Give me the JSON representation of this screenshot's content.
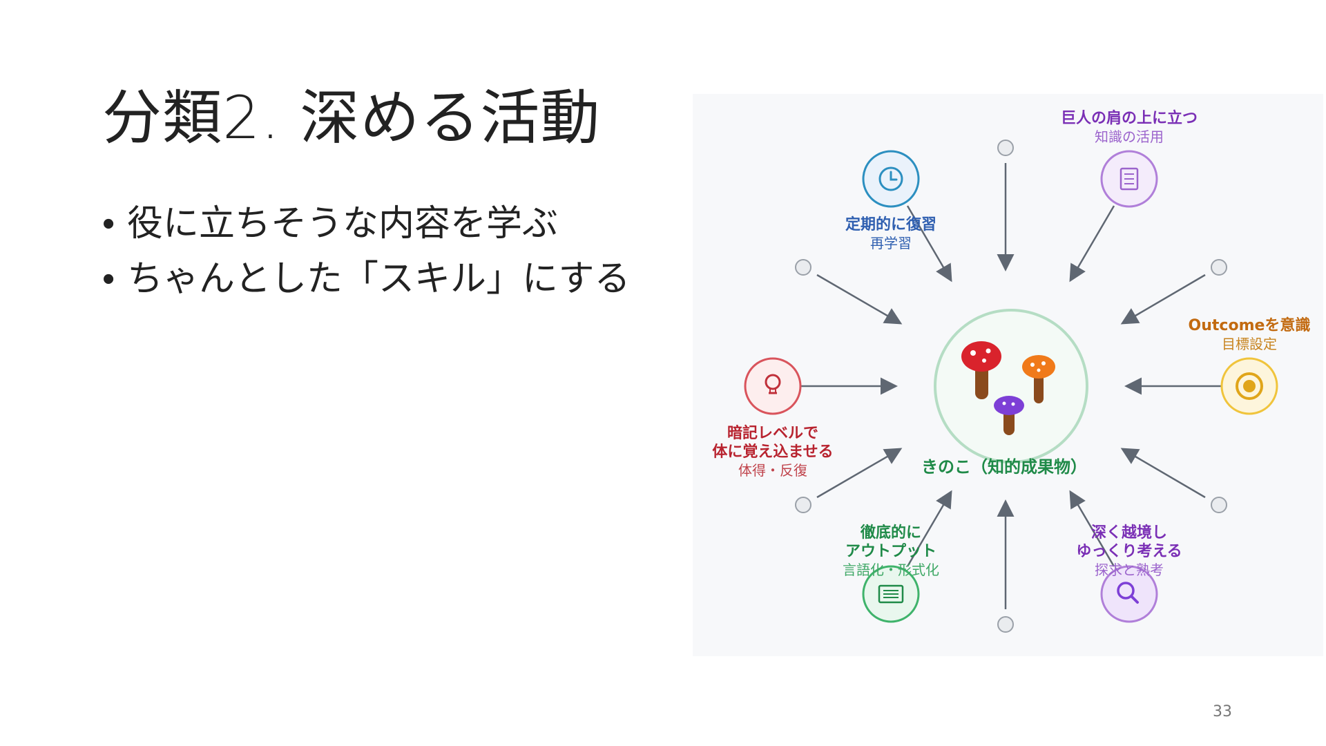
{
  "slide": {
    "title": "分類2. 深める活動",
    "bullets": [
      "役に立ちそうな内容を学ぶ",
      "ちゃんとした「スキル」にする"
    ],
    "page_number": "33"
  },
  "diagram": {
    "center_label": "きのこ（知的成果物）",
    "nodes": [
      {
        "id": "review",
        "line1": "定期的に復習",
        "line2": "",
        "sub": "再学習",
        "color": "#2f5fb0",
        "icon": "clock-icon"
      },
      {
        "id": "shoulders",
        "line1": "巨人の肩の上に立つ",
        "line2": "",
        "sub": "知識の活用",
        "color": "#7a2fb5",
        "icon": "document-icon"
      },
      {
        "id": "outcome",
        "line1": "Outcomeを意識",
        "line2": "",
        "sub": "目標設定",
        "color": "#c26a10",
        "icon": "target-icon"
      },
      {
        "id": "explore",
        "line1": "深く越境し",
        "line2": "ゆっくり考える",
        "sub": "探求と熟考",
        "color": "#7a2fb5",
        "icon": "search-icon"
      },
      {
        "id": "output",
        "line1": "徹底的に",
        "line2": "アウトプット",
        "sub": "言語化・形式化",
        "color": "#1f8a48",
        "icon": "notes-icon"
      },
      {
        "id": "memorize",
        "line1": "暗記レベルで",
        "line2": "体に覚え込ませる",
        "sub": "体得・反復",
        "color": "#b8232f",
        "icon": "lightbulb-icon"
      }
    ],
    "mushroom_colors": [
      "#d9232c",
      "#f07a1a",
      "#7d3fd6"
    ]
  }
}
